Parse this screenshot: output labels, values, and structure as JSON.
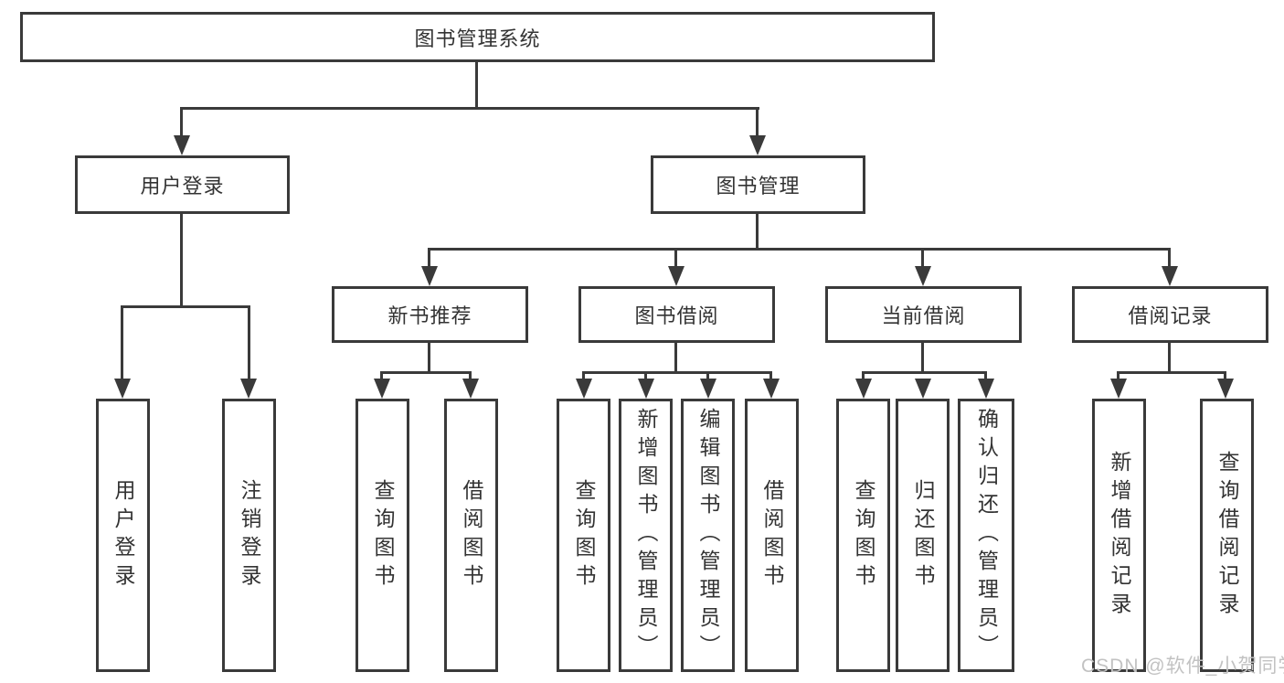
{
  "diagram": {
    "root": {
      "label": "图书管理系统"
    },
    "level2": [
      {
        "label": "用户登录"
      },
      {
        "label": "图书管理"
      }
    ],
    "level3": [
      {
        "label": "新书推荐"
      },
      {
        "label": "图书借阅"
      },
      {
        "label": "当前借阅"
      },
      {
        "label": "借阅记录"
      }
    ],
    "leaves": {
      "user_login": [
        "用户登录",
        "注销登录"
      ],
      "new_book_rec": [
        "查询图书",
        "借阅图书"
      ],
      "book_borrow": [
        "查询图书",
        "新增图书（管理员）",
        "编辑图书（管理员）",
        "借阅图书"
      ],
      "current_borrow": [
        "查询图书",
        "归还图书",
        "确认归还（管理员）"
      ],
      "borrow_record": [
        "新增借阅记录",
        "查询借阅记录"
      ]
    }
  },
  "watermark": {
    "text": "CSDN @软件_小贺同学"
  },
  "colors": {
    "line": "#3a3a3a",
    "text": "#333333",
    "watermark": "#c2c2c2",
    "background": "#ffffff"
  }
}
